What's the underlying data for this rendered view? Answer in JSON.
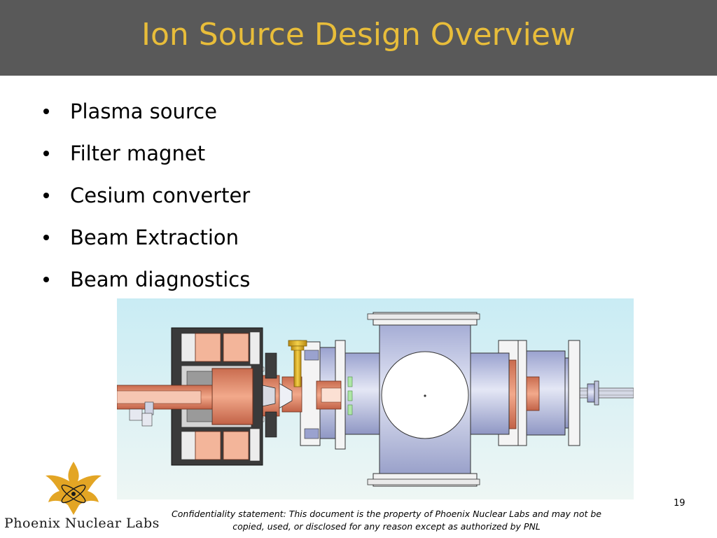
{
  "slide": {
    "title": "Ion Source Design Overview",
    "bullets": [
      {
        "label": "Plasma source"
      },
      {
        "label": "Filter magnet"
      },
      {
        "label": "Cesium converter"
      },
      {
        "label": "Beam Extraction"
      },
      {
        "label": "Beam diagnostics"
      }
    ],
    "page_number": "19"
  },
  "footer": {
    "logo_text": "Phoenix Nuclear Labs",
    "confidentiality_line1": "Confidentiality statement: This document is the property of Phoenix Nuclear Labs and may not be",
    "confidentiality_line2": "copied, used, or disclosed for any reason except as authorized by PNL"
  },
  "colors": {
    "title_bar": "#595959",
    "title_text": "#e8bd3a",
    "logo_gold": "#e3a524"
  }
}
